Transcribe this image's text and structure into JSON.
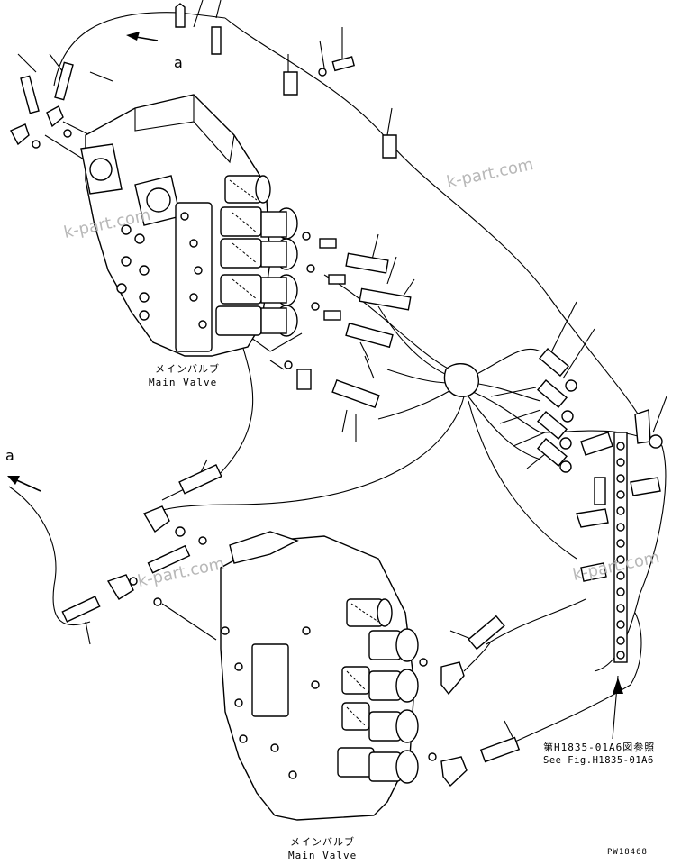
{
  "callouts": {
    "a_top": "a",
    "a_left": "a"
  },
  "upper_valve": {
    "label_jp": "メインバルブ",
    "label_en": "Main Valve"
  },
  "lower_valve": {
    "label_jp": "メインバルブ",
    "label_en": "Main Valve"
  },
  "reference": {
    "line_jp": "第H1835-01A6図参照",
    "line_en": "See Fig.H1835-01A6"
  },
  "drawing_code": "PW18468",
  "watermarks": [
    "k-part.com",
    "k-part.com",
    "k-part.com",
    "k-part.com"
  ]
}
